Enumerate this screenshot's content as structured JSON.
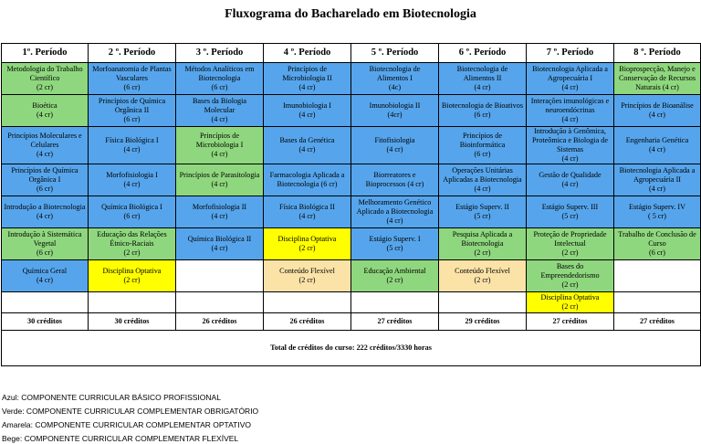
{
  "title": "Fluxograma do Bacharelado em Biotecnologia",
  "colors": {
    "azul": "#56a5ec",
    "verde": "#8fd77e",
    "amarela": "#ffff00",
    "bege": "#fbe3a8"
  },
  "periods": [
    "1º. Período",
    "2 º. Período",
    "3 º. Período",
    "4 º. Período",
    "5 º. Período",
    "6 º. Período",
    "7 º. Período",
    "8 º. Período"
  ],
  "rows": [
    [
      {
        "name": "Metodologia do Trabalho Científico",
        "credits": "(2 cr)",
        "type": "verde"
      },
      {
        "name": "Morfoanatomia de Plantas Vasculares",
        "credits": "(6 cr)",
        "type": "azul"
      },
      {
        "name": "Métodos Analíticos em Biotecnologia",
        "credits": "(6 cr)",
        "type": "azul"
      },
      {
        "name": "Princípios de Microbiologia II",
        "credits": "(4 cr)",
        "type": "azul"
      },
      {
        "name": "Biotecnologia de Alimentos I",
        "credits": "(4c)",
        "type": "azul"
      },
      {
        "name": "Biotecnologia de Alimentos II",
        "credits": "(4 cr)",
        "type": "azul"
      },
      {
        "name": "Biotecnologia Aplicada a Agropecuária I",
        "credits": "(4 cr)",
        "type": "azul"
      },
      {
        "name": "Bioprospecção, Manejo e Conservação de Recursos Naturais (4 cr)",
        "credits": "",
        "type": "verde"
      }
    ],
    [
      {
        "name": "Bioética",
        "credits": "(4 cr)",
        "type": "verde"
      },
      {
        "name": "Princípios de Química Orgânica II",
        "credits": "(6 cr)",
        "type": "azul"
      },
      {
        "name": "Bases da Biologia Molecular",
        "credits": "(4 cr)",
        "type": "azul"
      },
      {
        "name": "Imunobiologia I",
        "credits": "(4 cr)",
        "type": "azul"
      },
      {
        "name": "Imunobiologia II",
        "credits": "(4cr)",
        "type": "azul"
      },
      {
        "name": "Biotecnologia de Bioativos",
        "credits": "(6 cr)",
        "type": "azul"
      },
      {
        "name": "Interações imunológicas e neuroendócrinas",
        "credits": "(4 cr)",
        "type": "azul"
      },
      {
        "name": "Princípios de Bioanálise",
        "credits": "(4 cr)",
        "type": "azul"
      }
    ],
    [
      {
        "name": "Princípios Moleculares e Celulares",
        "credits": "(4 cr)",
        "type": "azul"
      },
      {
        "name": "Física Biológica I",
        "credits": "(4 cr)",
        "type": "azul"
      },
      {
        "name": "Princípios de Microbiologia I",
        "credits": "(4 cr)",
        "type": "verde"
      },
      {
        "name": "Bases da Genética",
        "credits": "(4 cr)",
        "type": "azul"
      },
      {
        "name": "Fitofisiologia",
        "credits": "(4 cr)",
        "type": "azul"
      },
      {
        "name": "Princípios de Bioinformática",
        "credits": "(6 cr)",
        "type": "azul"
      },
      {
        "name": "Introdução à Genômica, Proteômica e Biologia de Sistemas",
        "credits": "(4 cr)",
        "type": "azul"
      },
      {
        "name": "Engenharia Genética",
        "credits": "(4 cr)",
        "type": "azul"
      }
    ],
    [
      {
        "name": "Princípios de Química Orgânica I",
        "credits": "(6 cr)",
        "type": "azul"
      },
      {
        "name": "Morfofisiologia I",
        "credits": "(4 cr)",
        "type": "azul"
      },
      {
        "name": "Princípios de Parasitologia",
        "credits": "(4 cr)",
        "type": "verde"
      },
      {
        "name": "Farmacologia Aplicada a Biotecnologia (6 cr)",
        "credits": "",
        "type": "azul"
      },
      {
        "name": "Biorreatores e Bioprocessos (4 cr)",
        "credits": "",
        "type": "azul"
      },
      {
        "name": "Operações Unitárias Aplicadas a Biotecnologia",
        "credits": "(4 cr)",
        "type": "azul"
      },
      {
        "name": "Gestão de Qualidade",
        "credits": "(4 cr)",
        "type": "azul"
      },
      {
        "name": "Biotecnologia Aplicada a Agropecuária II",
        "credits": "(4 cr)",
        "type": "azul"
      }
    ],
    [
      {
        "name": "Introdução a Biotecnologia",
        "credits": "(4 cr)",
        "type": "azul"
      },
      {
        "name": "Química Biológica I",
        "credits": "(6 cr)",
        "type": "azul"
      },
      {
        "name": "Morfofisiologia II",
        "credits": "(4 cr)",
        "type": "azul"
      },
      {
        "name": "Física Biológica II",
        "credits": "(4 cr)",
        "type": "azul"
      },
      {
        "name": "Melhoramento Genético Aplicado a Biotecnologia",
        "credits": "(4 cr)",
        "type": "azul"
      },
      {
        "name": "Estágio Superv. II",
        "credits": "(5 cr)",
        "type": "azul"
      },
      {
        "name": "Estágio Superv. III",
        "credits": "(5 cr)",
        "type": "azul"
      },
      {
        "name": "Estágio Superv. IV",
        "credits": "( 5 cr)",
        "type": "azul"
      }
    ],
    [
      {
        "name": "Introdução à Sistemática Vegetal",
        "credits": "(6 cr)",
        "type": "verde"
      },
      {
        "name": "Educação das Relações Étnico-Raciais",
        "credits": "(2 cr)",
        "type": "verde"
      },
      {
        "name": "Química Biológica II",
        "credits": "(4 cr)",
        "type": "azul"
      },
      {
        "name": "Disciplina Optativa",
        "credits": "(2 cr)",
        "type": "amarela"
      },
      {
        "name": "Estágio Superv. I",
        "credits": "(5 cr)",
        "type": "azul"
      },
      {
        "name": "Pesquisa Aplicada a Biotecnologia",
        "credits": "(2 cr)",
        "type": "verde"
      },
      {
        "name": "Proteção de Propriedade Intelectual",
        "credits": "(2 cr)",
        "type": "verde"
      },
      {
        "name": "Trabalho de Conclusão de Curso",
        "credits": "(6 cr)",
        "type": "verde"
      }
    ],
    [
      {
        "name": "Química Geral",
        "credits": "(4 cr)",
        "type": "azul"
      },
      {
        "name": "Disciplina Optativa",
        "credits": "(2 cr)",
        "type": "amarela"
      },
      {
        "name": "",
        "credits": "",
        "type": "vazio"
      },
      {
        "name": "Conteúdo Flexível",
        "credits": "(2 cr)",
        "type": "bege"
      },
      {
        "name": "Educação Ambiental",
        "credits": "(2 cr)",
        "type": "verde"
      },
      {
        "name": "Conteúdo Flexível",
        "credits": "(2 cr)",
        "type": "bege"
      },
      {
        "name": "Bases do Empreendedorismo",
        "credits": "(2 cr)",
        "type": "verde"
      },
      {
        "name": "",
        "credits": "",
        "type": "vazio"
      }
    ],
    [
      {
        "name": "",
        "credits": "",
        "type": "vazio"
      },
      {
        "name": "",
        "credits": "",
        "type": "vazio"
      },
      {
        "name": "",
        "credits": "",
        "type": "vazio"
      },
      {
        "name": "",
        "credits": "",
        "type": "vazio"
      },
      {
        "name": "",
        "credits": "",
        "type": "vazio"
      },
      {
        "name": "",
        "credits": "",
        "type": "vazio"
      },
      {
        "name": "Disciplina Optativa",
        "credits": "(2 cr)",
        "type": "amarela"
      },
      {
        "name": "",
        "credits": "",
        "type": "vazio"
      }
    ]
  ],
  "totals": [
    "30 créditos",
    "30 créditos",
    "26 créditos",
    "26 créditos",
    "27 créditos",
    "29 créditos",
    "27 créditos",
    "27 créditos"
  ],
  "grand_total": "Total de créditos do curso: 222 créditos/3330 horas",
  "legend": [
    "Azul: COMPONENTE CURRICULAR BÁSICO PROFISSIONAL",
    "Verde: COMPONENTE CURRICULAR COMPLEMENTAR OBRIGATÓRIO",
    "Amarela: COMPONENTE CURRICULAR COMPLEMENTAR OPTATIVO",
    "Bege: COMPONENTE CURRICULAR COMPLEMENTAR FLEXÍVEL"
  ]
}
